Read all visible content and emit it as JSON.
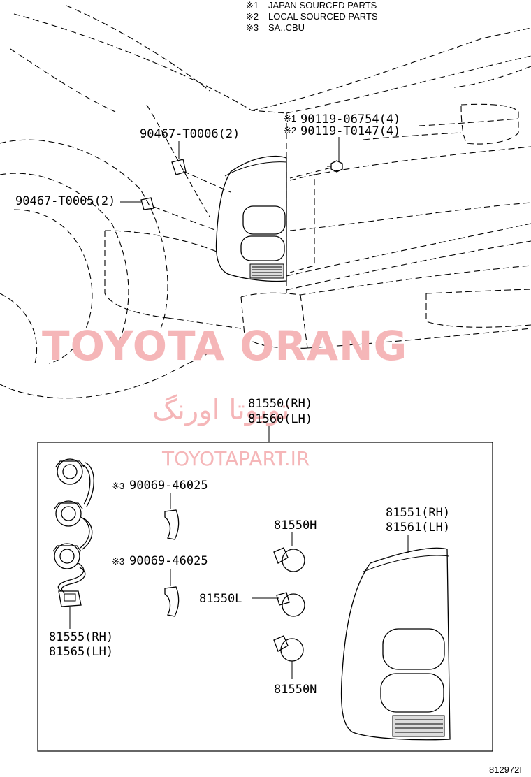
{
  "notes": [
    {
      "mark": "※1",
      "text": "JAPAN SOURCED PARTS"
    },
    {
      "mark": "※2",
      "text": "LOCAL SOURCED PARTS"
    },
    {
      "mark": "※3",
      "text": "SA..CBU"
    }
  ],
  "watermarks": {
    "brand": "TOYOTA ORANG",
    "persian": "تویوتا اورنگ",
    "site": "TOYOTAPART.IR"
  },
  "callouts": {
    "bolt_japan": {
      "mark": "※1",
      "part": "90119-06754(4)"
    },
    "bolt_local": {
      "mark": "※2",
      "part": "90119-T0147(4)"
    },
    "clip_upper": "90467-T0006(2)",
    "clip_lower": "90467-T0005(2)",
    "assembly_rh": "81550(RH)",
    "assembly_lh": "81560(LH)",
    "clip_a": {
      "mark": "※3",
      "part": "90069-46025"
    },
    "clip_b": {
      "mark": "※3",
      "part": "90069-46025"
    },
    "bulb_h": "81550H",
    "bulb_l": "81550L",
    "bulb_n": "81550N",
    "lens_rh": "81551(RH)",
    "lens_lh": "81561(LH)",
    "socket_rh": "81555(RH)",
    "socket_lh": "81565(LH)"
  },
  "figure_code": "812972I"
}
